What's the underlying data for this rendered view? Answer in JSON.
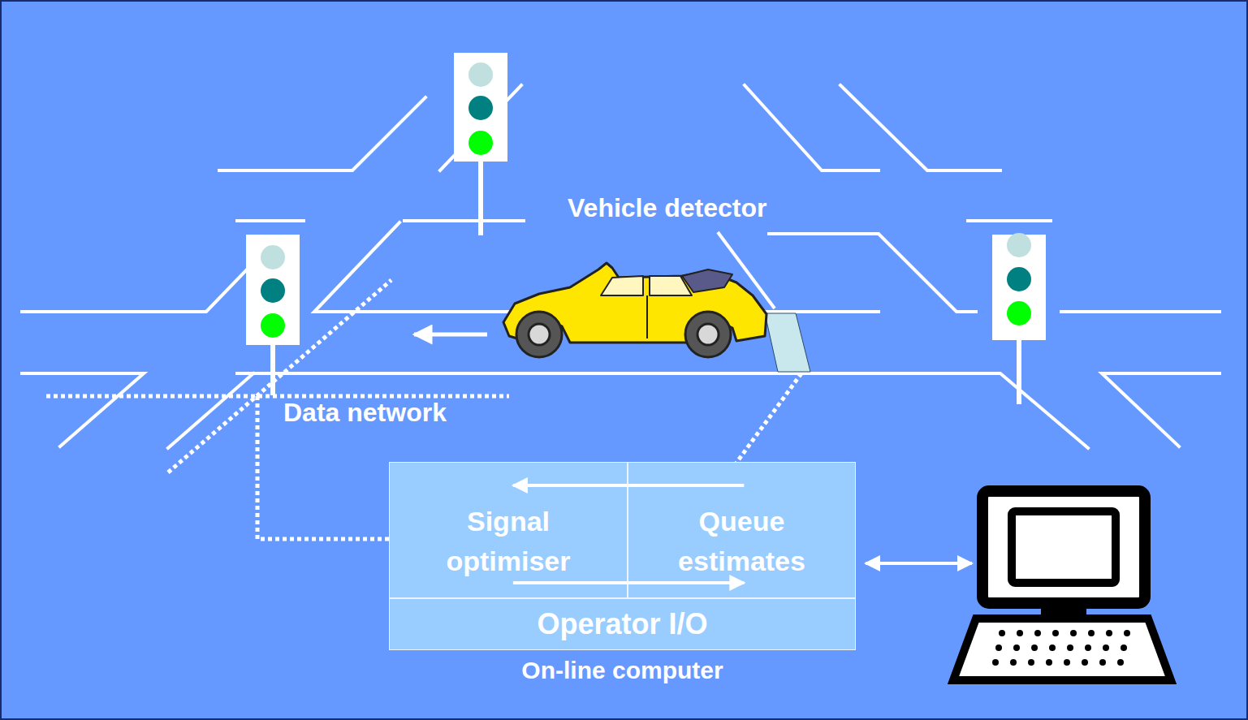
{
  "diagram": {
    "nodes": [
      {
        "text": [
          "On-line computer"
        ]
      },
      {
        "text": [
          "Signal optimiser"
        ],
        "in": 0
      },
      {
        "text": [
          "Queue estimates"
        ],
        "in": 0
      },
      {
        "text": [
          "Operator I/O"
        ],
        "in": 0
      }
    ],
    "edges": [
      {
        "from": 2,
        "to": 1,
        "arrow": "to"
      },
      {
        "from": 1,
        "to": 2,
        "arrow": "to"
      }
    ],
    "labels": [
      "Vehicle detector",
      "Data network"
    ]
  }
}
